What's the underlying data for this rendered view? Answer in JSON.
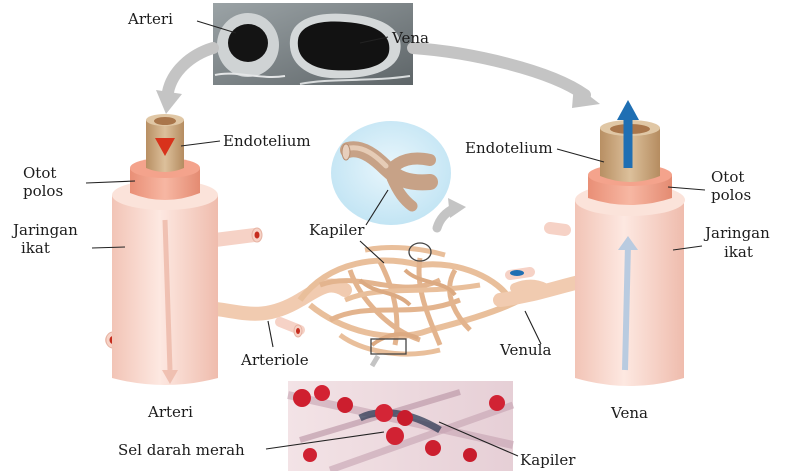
{
  "labels": {
    "arteri_top": "Arteri",
    "vena_top": "Vena",
    "endotelium_left": "Endotelium",
    "endotelium_right": "Endotelium",
    "otot_left_1": "Otot",
    "otot_left_2": "polos",
    "otot_right_1": "Otot",
    "otot_right_2": "polos",
    "jaringan_left_1": "Jaringan",
    "jaringan_left_2": "ikat",
    "jaringan_right_1": "Jaringan",
    "jaringan_right_2": "ikat",
    "kapiler_top": "Kapiler",
    "arteriole": "Arteriole",
    "venula": "Venula",
    "arteri_bottom": "Arteri",
    "vena_bottom": "Vena",
    "sel_darah_merah": "Sel darah merah",
    "kapiler_bottom": "Kapiler"
  },
  "colors": {
    "vessel_skin": "#f7d6cc",
    "smooth_muscle": "#f0a58f",
    "endothelium": "#c9a57c",
    "capillary": "#e9bf9b",
    "arterial_flow": "#e2452a",
    "venous_flow": "#1f6fb3",
    "flow_arrow_gray": "#bdbdbd"
  }
}
